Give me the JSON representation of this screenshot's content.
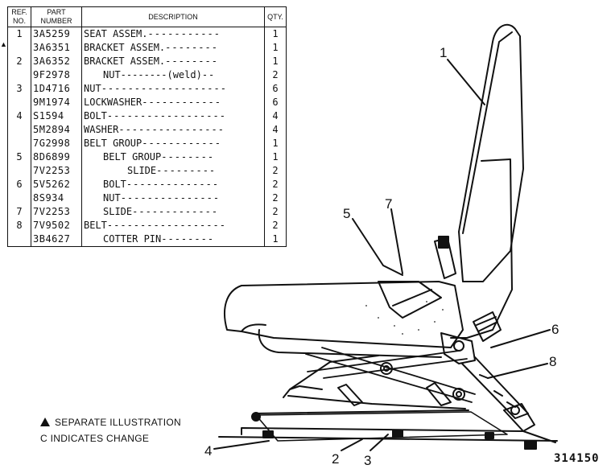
{
  "table": {
    "headers": {
      "ref": "REF. NO.",
      "part": "PART NUMBER",
      "desc": "DESCRIPTION",
      "qty": "QTY."
    },
    "rows": [
      {
        "ref": "1",
        "part": "3A5259",
        "desc": "SEAT ASSEM.",
        "qty": "1",
        "indent": 0
      },
      {
        "ref": "",
        "part": "3A6351",
        "desc": "BRACKET ASSEM.",
        "qty": "1",
        "indent": 0
      },
      {
        "ref": "2",
        "part": "3A6352",
        "desc": "BRACKET ASSEM.",
        "qty": "1",
        "indent": 0
      },
      {
        "ref": "",
        "part": "9F2978",
        "desc": "NUT--------(weld)",
        "qty": "2",
        "indent": 1
      },
      {
        "ref": "3",
        "part": "1D4716",
        "desc": "NUT",
        "qty": "6",
        "indent": 0
      },
      {
        "ref": "",
        "part": "9M1974",
        "desc": "LOCKWASHER",
        "qty": "6",
        "indent": 0
      },
      {
        "ref": "4",
        "part": "S1594",
        "desc": "BOLT",
        "qty": "4",
        "indent": 0
      },
      {
        "ref": "",
        "part": "5M2894",
        "desc": "WASHER",
        "qty": "4",
        "indent": 0
      },
      {
        "ref": "",
        "part": "7G2998",
        "desc": "BELT GROUP",
        "qty": "1",
        "indent": 0
      },
      {
        "ref": "5",
        "part": "8D6899",
        "desc": "BELT GROUP",
        "qty": "1",
        "indent": 1
      },
      {
        "ref": "",
        "part": "7V2253",
        "desc": "SLIDE",
        "qty": "2",
        "indent": 2
      },
      {
        "ref": "6",
        "part": "5V5262",
        "desc": "BOLT",
        "qty": "2",
        "indent": 1
      },
      {
        "ref": "",
        "part": "8S934",
        "desc": "NUT",
        "qty": "2",
        "indent": 1
      },
      {
        "ref": "7",
        "part": "7V2253",
        "desc": "SLIDE",
        "qty": "2",
        "indent": 1
      },
      {
        "ref": "8",
        "part": "7V9502",
        "desc": "BELT",
        "qty": "2",
        "indent": 0
      },
      {
        "ref": "",
        "part": "3B4627",
        "desc": "COTTER PIN",
        "qty": "1",
        "indent": 1
      }
    ]
  },
  "legend": {
    "separate": "SEPARATE ILLUSTRATION",
    "change": "C INDICATES CHANGE"
  },
  "callouts": [
    "1",
    "2",
    "3",
    "4",
    "5",
    "6",
    "7",
    "8"
  ],
  "figure_number": "314150"
}
